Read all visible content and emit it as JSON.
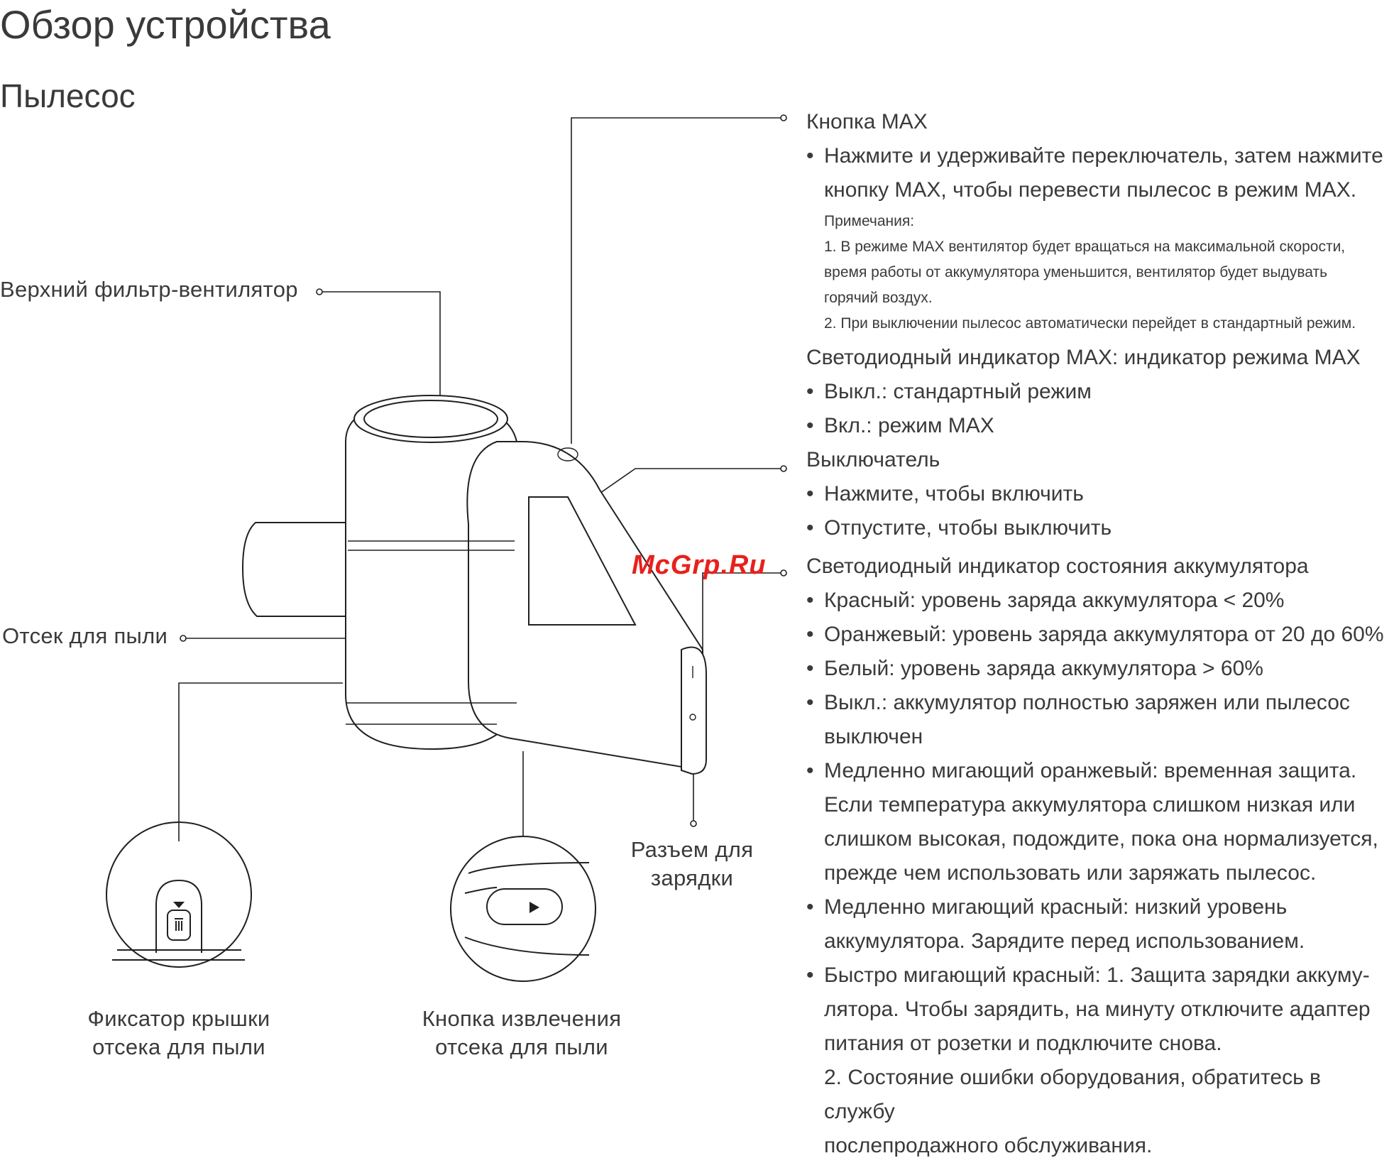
{
  "title": "Обзор устройства",
  "subtitle": "Пылесос",
  "labels": {
    "top_filter": "Верхний фильтр-вентилятор",
    "dust_bin": "Отсек для пыли",
    "charging_port_l1": "Разъем для",
    "charging_port_l2": "зарядки",
    "bin_latch_l1": "Фиксатор крышки",
    "bin_latch_l2": "отсека для пыли",
    "bin_release_l1": "Кнопка извлечения",
    "bin_release_l2": "отсека для пыли"
  },
  "watermark": "McGrp.Ru",
  "bullet": "•",
  "sections": {
    "max_button": {
      "title": "Кнопка MAX",
      "b1_l1": "Нажмите и удерживайте переключатель, затем нажмите",
      "b1_l2": "кнопку MAX, чтобы перевести пылесос в режим MAX.",
      "notes_title": "Примечания:",
      "note1_l1": "1. В режиме MAX вентилятор будет вращаться на максимальной скорости,",
      "note1_l2": "время работы от аккумулятора уменьшится, вентилятор будет выдувать",
      "note1_l3": "горячий воздух.",
      "note2": "2. При выключении пылесос автоматически перейдет в стандартный режим."
    },
    "max_led": {
      "title": "Светодиодный индикатор MAX: индикатор режима MAX",
      "b1": "Выкл.: стандартный режим",
      "b2": "Вкл.: режим MAX"
    },
    "switch": {
      "title": "Выключатель",
      "b1": "Нажмите, чтобы включить",
      "b2": "Отпустите, чтобы выключить"
    },
    "battery_led": {
      "title": "Светодиодный индикатор состояния аккумулятора",
      "b1": "Красный: уровень заряда аккумулятора < 20%",
      "b2": "Оранжевый: уровень заряда аккумулятора от 20 до 60%",
      "b3": "Белый: уровень заряда аккумулятора > 60%",
      "b4_l1": "Выкл.: аккумулятор полностью заряжен или пылесос",
      "b4_l2": "выключен",
      "b5_l1": "Медленно мигающий оранжевый: временная защита.",
      "b5_l2": "Если температура аккумулятора слишком низкая или",
      "b5_l3": "слишком высокая, подождите, пока она нормализуется,",
      "b5_l4": "прежде чем использовать или заряжать пылесос.",
      "b6_l1": "Медленно мигающий красный: низкий уровень",
      "b6_l2": "аккумулятора. Зарядите перед использованием.",
      "b7_l1": "Быстро мигающий красный: 1. Защита зарядки аккуму-",
      "b7_l2": "лятора. Чтобы зарядить, на минуту отключите адаптер",
      "b7_l3": "питания от розетки и подключите снова.",
      "b7_l4": "2. Состояние ошибки оборудования, обратитесь в службу",
      "b7_l5": "послепродажного обслуживания."
    }
  }
}
